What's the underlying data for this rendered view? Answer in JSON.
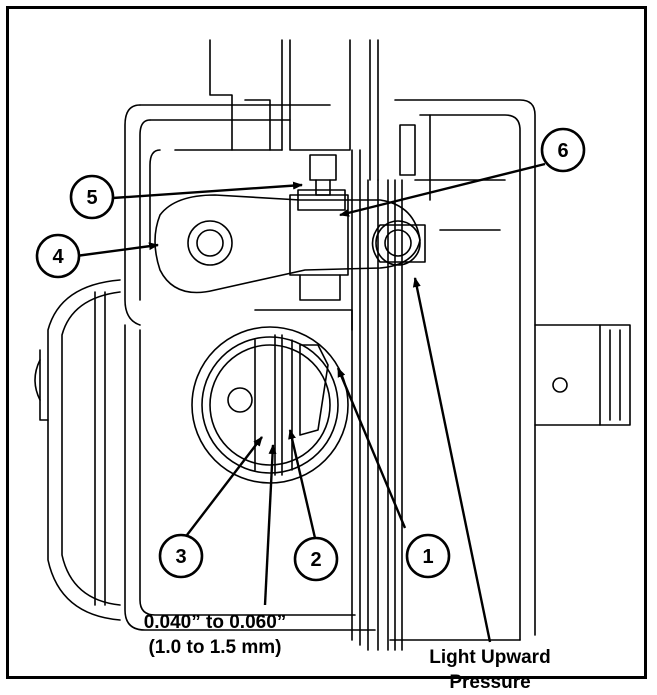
{
  "callouts": {
    "c1": "1",
    "c2": "2",
    "c3": "3",
    "c4": "4",
    "c5": "5",
    "c6": "6"
  },
  "captions": {
    "gap_in": "0.040” to 0.060”",
    "gap_mm": "(1.0 to 1.5 mm)",
    "pressure_line1": "Light Upward",
    "pressure_line2": "Pressure"
  }
}
